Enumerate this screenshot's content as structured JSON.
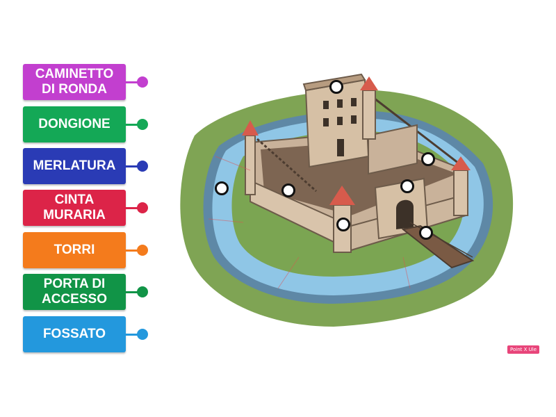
{
  "labels": [
    {
      "text": "CAMINETTO\nDI RONDA",
      "color": "#c23fcf"
    },
    {
      "text": "DONGIONE",
      "color": "#14a856"
    },
    {
      "text": "MERLATURA",
      "color": "#2a3bb5"
    },
    {
      "text": "CINTA\nMURARIA",
      "color": "#dc2448"
    },
    {
      "text": "TORRI",
      "color": "#f47b1c"
    },
    {
      "text": "PORTA DI\nACCESSO",
      "color": "#119447"
    },
    {
      "text": "FOSSATO",
      "color": "#2398dd"
    }
  ],
  "brand": "Point X Ule"
}
